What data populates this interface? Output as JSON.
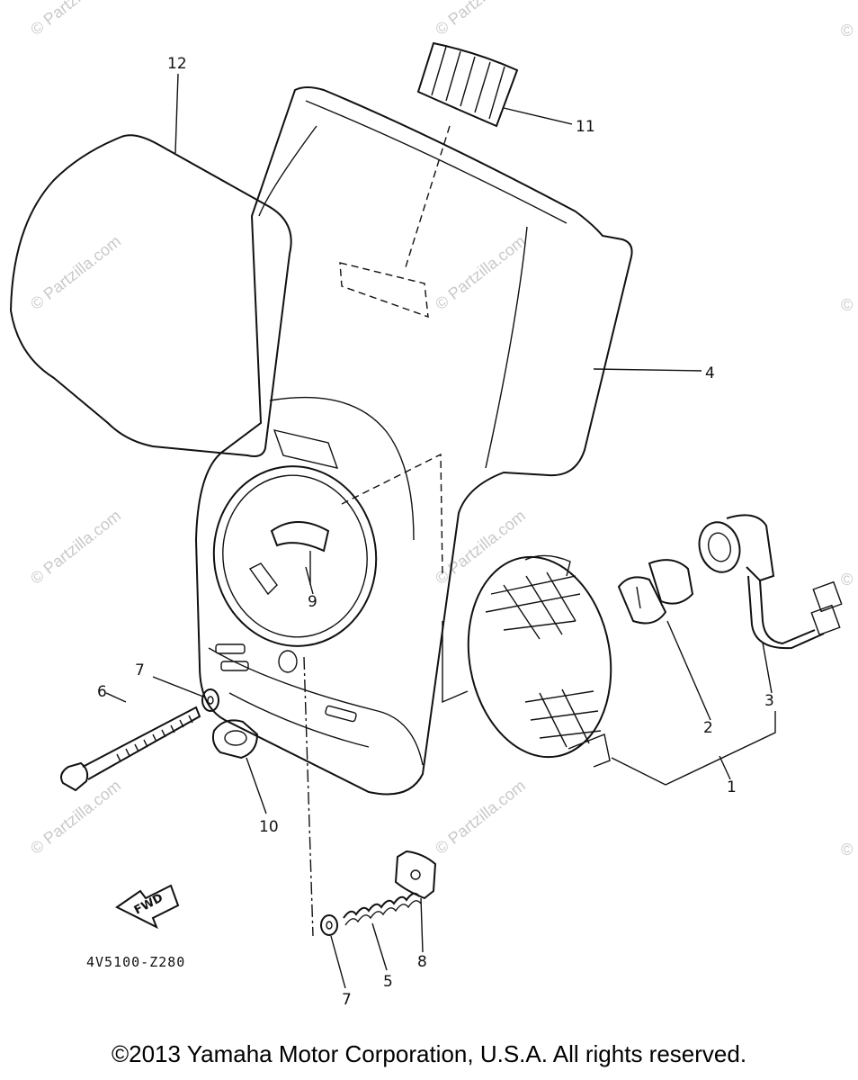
{
  "watermarks": {
    "center": "© Partzilla.com",
    "corner": "©"
  },
  "parts": {
    "p1": "1",
    "p2": "2",
    "p3": "3",
    "p4": "4",
    "p5": "5",
    "p6": "6",
    "p7a": "7",
    "p7b": "7",
    "p8": "8",
    "p9": "9",
    "p10": "10",
    "p11": "11",
    "p12": "12"
  },
  "fwd_label": "FWD",
  "diagram_code": "4V5100-Z280",
  "copyright": "©2013 Yamaha Motor Corporation, U.S.A. All rights reserved."
}
